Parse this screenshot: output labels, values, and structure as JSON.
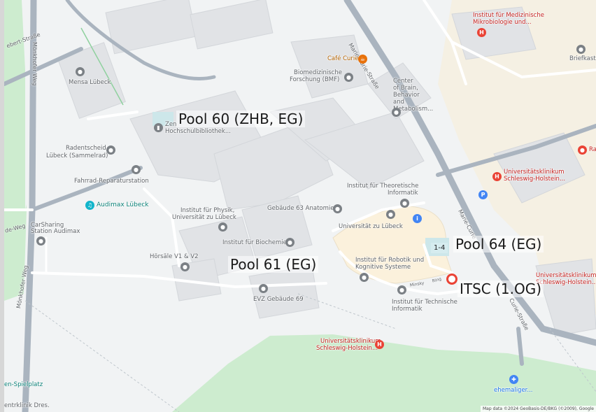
{
  "overlays": {
    "pool60": "Pool 60 (ZHB, EG)",
    "pool61": "Pool 61 (EG)",
    "pool64": "Pool 64 (EG)",
    "itsc": "ITSC (1.OG)"
  },
  "badge": "1-4",
  "pois": {
    "mensa": "Mensa Lübeck",
    "zhb_1": "Zen",
    "zhb_2": "Hochschulbibliothek...",
    "radentscheid_1": "Radentscheid",
    "radentscheid_2": "Lübeck (Sammelrad)",
    "fahrrad": "Fahrrad-Reparaturstation",
    "audimax": "Audimax Lübeck",
    "carsharing_1": "CarSharing",
    "carsharing_2": "Station Audimax",
    "physik_1": "Institut für Physik,",
    "physik_2": "Universität zu Lübeck",
    "biochemie": "Institut für Biochemie",
    "hoersaele": "Hörsäle V1 & V2",
    "evz": "EVZ Gebäude 69",
    "anatomie": "Gebäude 63 Anatomie",
    "theo_1": "Institut für Theoretische",
    "theo_2": "Informatik",
    "uni": "Universität zu Lübeck",
    "robotik_1": "Institut für Robotik und",
    "robotik_2": "Kognitive Systeme",
    "techinf_1": "Institut für Technische",
    "techinf_2": "Informatik",
    "cafe": "Café Curie",
    "bmf_1": "Biomedizinische",
    "bmf_2": "Forschung (BMF)",
    "cbbm_1": "Center",
    "cbbm_2": "of Brain,",
    "cbbm_3": "Behavior",
    "cbbm_4": "and",
    "cbbm_5": "Metabolism...",
    "mikro_1": "Institut für Medizinische",
    "mikro_2": "Mikrobiologie und...",
    "briefkasten": "Briefkast",
    "ukshn_1": "Universitätsklinikum",
    "ukshn_2": "Schleswig-Holstein...",
    "ukshe_1": "Universitätsklinikum",
    "ukshe_2": "Schleswig-Holstein...",
    "ukshs_1": "Universitätsklinikum",
    "ukshs_2": "Schleswig-Holstein...",
    "ra": "Ra",
    "spielplatz": "en-Spielplatz",
    "zentrum_1": "entrklinik Dres.",
    "ehemaliger": "ehemaliger..."
  },
  "streets": {
    "mcurie_top": "Marie-Curie-Straße",
    "mcurie_mid": "Marie-Curie",
    "mcurie_low": "Curie-Straße",
    "moenkhof_top": "Mönkhofer Weg",
    "moenkhof_low": "Mönkhofer Weg",
    "ratzeburger": "ebert-Straße",
    "de_weg": "de-Weg",
    "minsky": "Minsky",
    "ring": "Ring"
  },
  "attribution": "Map data ©2024 GeoBasis-DE/BKG (©2009), Google"
}
